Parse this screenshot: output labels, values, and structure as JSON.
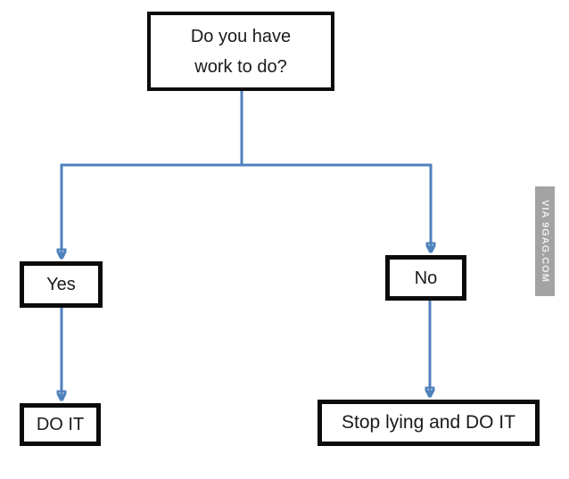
{
  "diagram": {
    "type": "flowchart",
    "accent_color": "#4f81bd",
    "box_border_color": "#0b0b0b",
    "background_color": "#ffffff",
    "nodes": [
      {
        "id": "question",
        "label": "Do you have work to do?",
        "line1": "Do you have",
        "line2": "work to do?"
      },
      {
        "id": "yes",
        "label": "Yes"
      },
      {
        "id": "no",
        "label": "No"
      },
      {
        "id": "do-it",
        "label": "DO IT"
      },
      {
        "id": "stop-lying",
        "label": "Stop lying and DO IT"
      }
    ],
    "edges": [
      {
        "from": "question",
        "to": "yes"
      },
      {
        "from": "question",
        "to": "no"
      },
      {
        "from": "yes",
        "to": "do-it"
      },
      {
        "from": "no",
        "to": "stop-lying"
      }
    ]
  },
  "watermark": {
    "text": "VIA 9GAG.COM",
    "bar_color": "#a3a3a3",
    "text_color": "#ececec"
  }
}
